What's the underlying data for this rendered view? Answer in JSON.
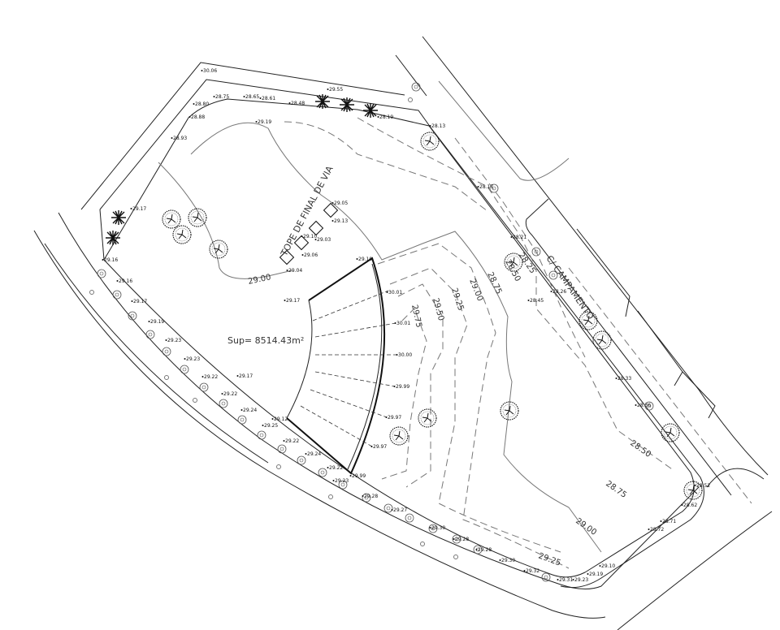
{
  "title": "Site plan",
  "street_name": "C/ CAMPAMENTO",
  "note": "TOPE DE FINAL DE VIA",
  "area_label": "Sup=  8514.43m²",
  "contours": [
    "29.00",
    "29.75",
    "29.50",
    "29.25",
    "29.00",
    "28.75",
    "28.50",
    "28.25",
    "28.50",
    "28.75",
    "29.00",
    "29.25"
  ],
  "elevations": [
    "30.06",
    "29.55",
    "28.75",
    "28.65",
    "28.61",
    "28.48",
    "28.80",
    "28.88",
    "28.93",
    "29.19",
    "28.19",
    "28.13",
    "28.17",
    "28.21",
    "28.26",
    "28.45",
    "28.33",
    "28.36",
    "28.52",
    "28.62",
    "28.71",
    "28.72",
    "29.10",
    "29.19",
    "29.23",
    "29.31",
    "29.32",
    "29.30",
    "29.28",
    "29.28",
    "29.30",
    "29.27",
    "29.28",
    "29.23",
    "29.22",
    "29.24",
    "29.22",
    "29.25",
    "29.24",
    "29.22",
    "29.22",
    "29.23",
    "29.23",
    "29.19",
    "29.17",
    "29.16",
    "29.16",
    "29.17",
    "29.17",
    "29.05",
    "29.13",
    "29.10",
    "29.03",
    "29.06",
    "29.04",
    "29.10",
    "29.17",
    "30.01",
    "30.01",
    "30.00",
    "29.99",
    "29.97",
    "29.97",
    "29.12",
    "29.99"
  ]
}
